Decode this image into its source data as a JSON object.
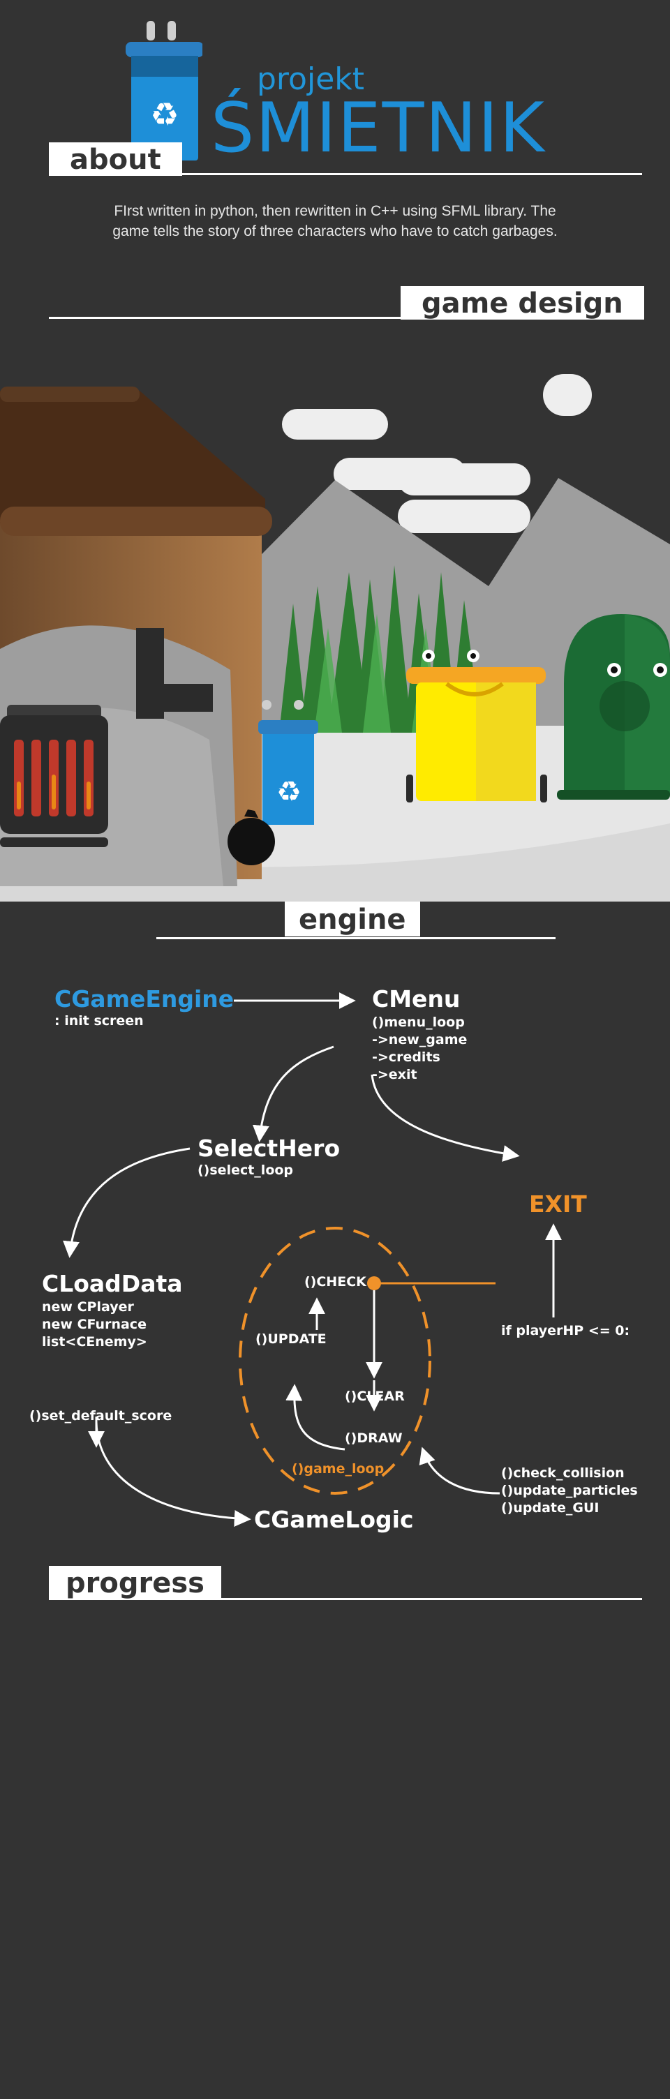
{
  "brand": {
    "small": "projekt",
    "big": "ŚMIETNIK",
    "colors": {
      "blue": "#1e8fd8",
      "orange": "#f0922a",
      "background": "#333333"
    }
  },
  "sections": {
    "about": "about",
    "game_design": "game design",
    "engine": "engine",
    "progress": "progress"
  },
  "about_text": "FIrst written in python, then rewritten in C++ using SFML library. The game tells the story of three characters who have to catch garbages.",
  "engine_diagram": {
    "game_engine": {
      "title": "CGameEngine",
      "sub": ": init screen"
    },
    "menu": {
      "title": "CMenu",
      "lines": [
        "()menu_loop",
        "->new_game",
        "->credits",
        "->exit"
      ]
    },
    "select_hero": {
      "title": "SelectHero",
      "sub": "()select_loop"
    },
    "load_data": {
      "title": "CLoadData",
      "lines": [
        "new CPlayer",
        "new CFurnace",
        "list<CEnemy>"
      ]
    },
    "set_default_score": "()set_default_score",
    "game_logic": "CGameLogic",
    "exit": "EXIT",
    "condition": "if playerHP <= 0:",
    "loop": {
      "check": "()CHECK",
      "update": "()UPDATE",
      "clear": "()CLEAR",
      "draw": "()DRAW",
      "label": "()game_loop"
    },
    "logic_methods": [
      "()check_collision",
      "()update_particles",
      "()update_GUI"
    ]
  }
}
